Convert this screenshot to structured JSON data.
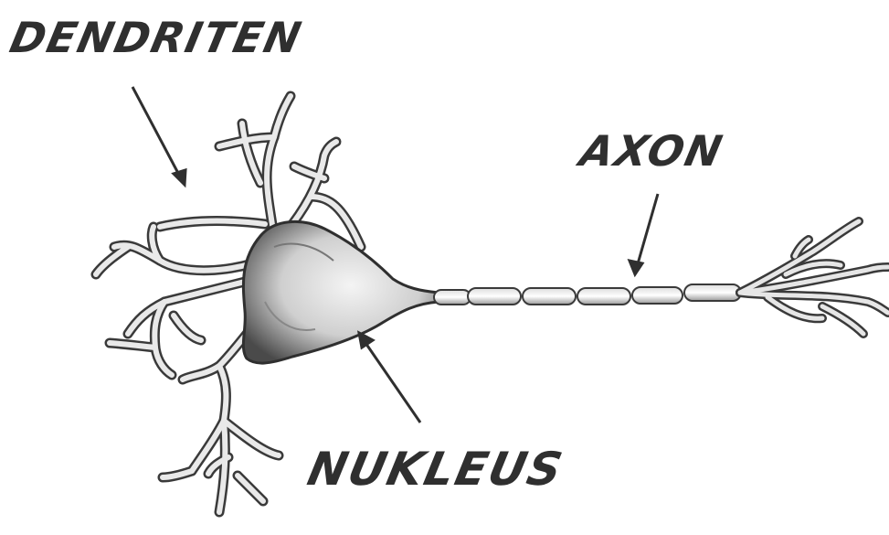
{
  "labels": {
    "dendriten": "DENDRITEN",
    "axon": "AXON",
    "nukleus": "NUKLEUS"
  },
  "colors": {
    "ink": "#2f2f2f",
    "fill_light": "#e6e6e6",
    "fill_mid": "#b8b8b8",
    "fill_dark": "#4a4a4a",
    "background": "#ffffff"
  }
}
